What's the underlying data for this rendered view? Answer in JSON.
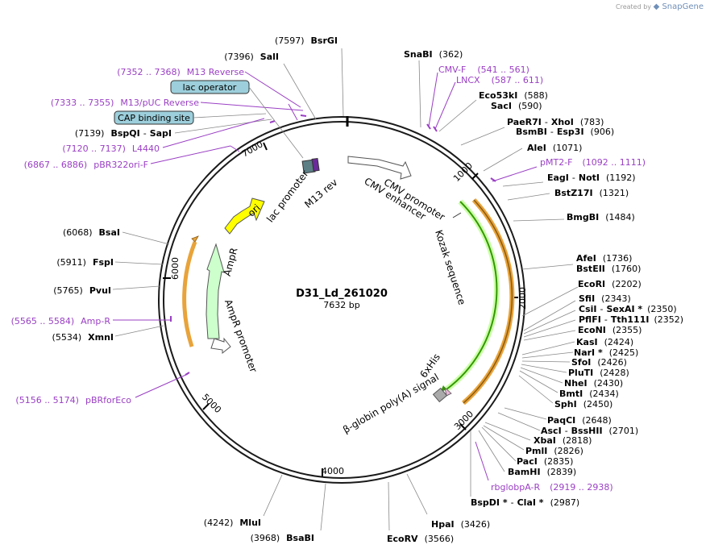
{
  "credit": {
    "prefix": "Created by",
    "brand": "SnapGene"
  },
  "plasmid": {
    "name": "D31_Ld_261020",
    "length_label": "7632 bp"
  },
  "ticks": [
    "1000",
    "2000",
    "3000",
    "4000",
    "5000",
    "6000",
    "7000"
  ],
  "sites": [
    {
      "pos": "(7597)",
      "name": "BsrGI"
    },
    {
      "pos": "(7396)",
      "name": "SalI"
    },
    {
      "pos": "(7139)",
      "name": "BspQI",
      "name2": "SapI"
    },
    {
      "pos": "(6068)",
      "name": "BsaI"
    },
    {
      "pos": "(5911)",
      "name": "FspI"
    },
    {
      "pos": "(5765)",
      "name": "PvuI"
    },
    {
      "pos": "(5534)",
      "name": "XmnI"
    },
    {
      "pos": "(362)",
      "name": "SnaBI"
    },
    {
      "pos": "(588)",
      "name": "Eco53kI"
    },
    {
      "pos": "(590)",
      "name": "SacI"
    },
    {
      "pos": "(783)",
      "name": "PaeR7I",
      "name2": "XhoI"
    },
    {
      "pos": "(906)",
      "name": "BsmBI",
      "name2": "Esp3I"
    },
    {
      "pos": "(1071)",
      "name": "AleI"
    },
    {
      "pos": "(1192)",
      "name": "EagI",
      "name2": "NotI"
    },
    {
      "pos": "(1321)",
      "name": "BstZ17I"
    },
    {
      "pos": "(1484)",
      "name": "BmgBI"
    },
    {
      "pos": "(1736)",
      "name": "AfeI"
    },
    {
      "pos": "(1760)",
      "name": "BstEII"
    },
    {
      "pos": "(2202)",
      "name": "EcoRI"
    },
    {
      "pos": "(2343)",
      "name": "SfiI"
    },
    {
      "pos": "(2350)",
      "name": "CsiI",
      "name2": "SexAI *"
    },
    {
      "pos": "(2352)",
      "name": "PflFI",
      "name2": "Tth111I"
    },
    {
      "pos": "(2355)",
      "name": "EcoNI"
    },
    {
      "pos": "(2424)",
      "name": "KasI"
    },
    {
      "pos": "(2425)",
      "name": "NarI *"
    },
    {
      "pos": "(2426)",
      "name": "SfoI"
    },
    {
      "pos": "(2428)",
      "name": "PluTI"
    },
    {
      "pos": "(2430)",
      "name": "NheI"
    },
    {
      "pos": "(2434)",
      "name": "BmtI"
    },
    {
      "pos": "(2450)",
      "name": "SphI"
    },
    {
      "pos": "(2648)",
      "name": "PaqCI"
    },
    {
      "pos": "(2701)",
      "name": "AscI",
      "name2": "BssHII"
    },
    {
      "pos": "(2818)",
      "name": "XbaI"
    },
    {
      "pos": "(2826)",
      "name": "PmlI"
    },
    {
      "pos": "(2835)",
      "name": "PacI"
    },
    {
      "pos": "(2839)",
      "name": "BamHI"
    },
    {
      "pos": "(2987)",
      "name": "BspDI *",
      "name2": "ClaI *"
    },
    {
      "pos": "(3426)",
      "name": "HpaI"
    },
    {
      "pos": "(3566)",
      "name": "EcoRV"
    },
    {
      "pos": "(3968)",
      "name": "BsaBI"
    },
    {
      "pos": "(4242)",
      "name": "MluI"
    }
  ],
  "primers": [
    {
      "range": "(7352 .. 7368)",
      "name": "M13 Reverse"
    },
    {
      "range": "(7333 .. 7355)",
      "name": "M13/pUC Reverse"
    },
    {
      "range": "(7120 .. 7137)",
      "name": "L4440"
    },
    {
      "range": "(6867 .. 6886)",
      "name": "pBR322ori-F"
    },
    {
      "range": "(5565 .. 5584)",
      "name": "Amp-R"
    },
    {
      "range": "(5156 .. 5174)",
      "name": "pBRforEco"
    },
    {
      "name": "CMV-F",
      "range": "(541 .. 561)"
    },
    {
      "name": "LNCX",
      "range": "(587 .. 611)"
    },
    {
      "name": "pMT2-F",
      "range": "(1092 .. 1111)"
    },
    {
      "name": "rbglobpA-R",
      "range": "(2919 .. 2938)"
    }
  ],
  "boxes": {
    "lac_operator": "lac operator",
    "cap_site": "CAP binding site"
  },
  "features": {
    "cmv_promoter": "CMV promoter",
    "cmv_enhancer": "CMV enhancer",
    "kozak": "Kozak sequence",
    "his": "6xHis",
    "polya": "β-globin poly(A) signal",
    "ori": "ori",
    "ampr": "AmpR",
    "ampr_promoter": "AmpR promoter",
    "lac_promoter": "lac promoter",
    "m13rev": "M13 rev"
  },
  "colors": {
    "backbone": "#1a1a1a",
    "ori": "#ffff00",
    "ampr": "#ccffcc",
    "orf": "#ccffaa",
    "orf_line": "#339900",
    "orange": "#e8a33a",
    "primer": "#9a3fc4",
    "box": "#9ccfdb"
  }
}
